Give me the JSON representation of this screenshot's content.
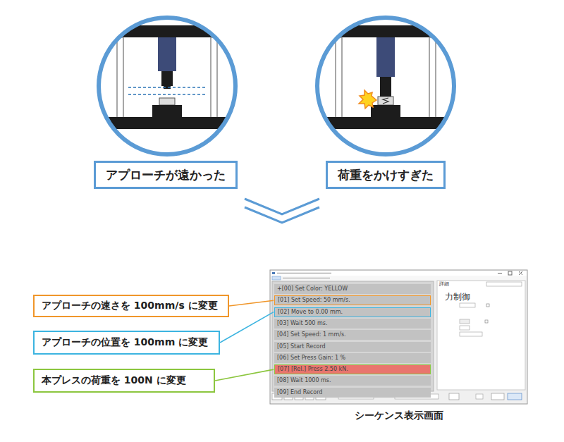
{
  "diagram": {
    "nodes": [
      {
        "text": [
          "アプローチが遠かった"
        ]
      },
      {
        "text": [
          "荷重をかけすぎた"
        ]
      },
      {
        "text": [
          "アプローチの速さを 100mm/s に変更"
        ]
      },
      {
        "text": [
          "アプローチの位置を 100mm に変更"
        ]
      },
      {
        "text": [
          "本プレスの荷重を 100N に変更"
        ]
      },
      {
        "text": [
          "シーケンス表示画面"
        ]
      },
      {
        "text": [
          "+[00] Set Color: YELLOW"
        ],
        "in": 5
      },
      {
        "text": [
          "[01] Set Speed: 50 mm/s."
        ],
        "in": 5
      },
      {
        "text": [
          "[02] Move to 0.00 mm."
        ],
        "in": 5
      },
      {
        "text": [
          "[03] Wait 500 ms."
        ],
        "in": 5
      },
      {
        "text": [
          "[04] Set Speed: 1 mm/s."
        ],
        "in": 5
      },
      {
        "text": [
          "[05] Start Record"
        ],
        "in": 5
      },
      {
        "text": [
          "[06] Set Press Gain: 1 %"
        ],
        "in": 5
      },
      {
        "text": [
          "[07] [Rel.] Press 2.50 kN."
        ],
        "in": 5
      },
      {
        "text": [
          "[08] Wait 1000 ms."
        ],
        "in": 5
      },
      {
        "text": [
          "[09] End Record"
        ],
        "in": 5
      },
      {
        "text": [
          "詳細",
          "力制御"
        ],
        "in": 5
      }
    ],
    "edges": [
      {
        "from": 2,
        "to": 7,
        "arrow": "none"
      },
      {
        "from": 3,
        "to": 8,
        "arrow": "none"
      },
      {
        "from": 4,
        "to": 13,
        "arrow": "none"
      }
    ]
  }
}
